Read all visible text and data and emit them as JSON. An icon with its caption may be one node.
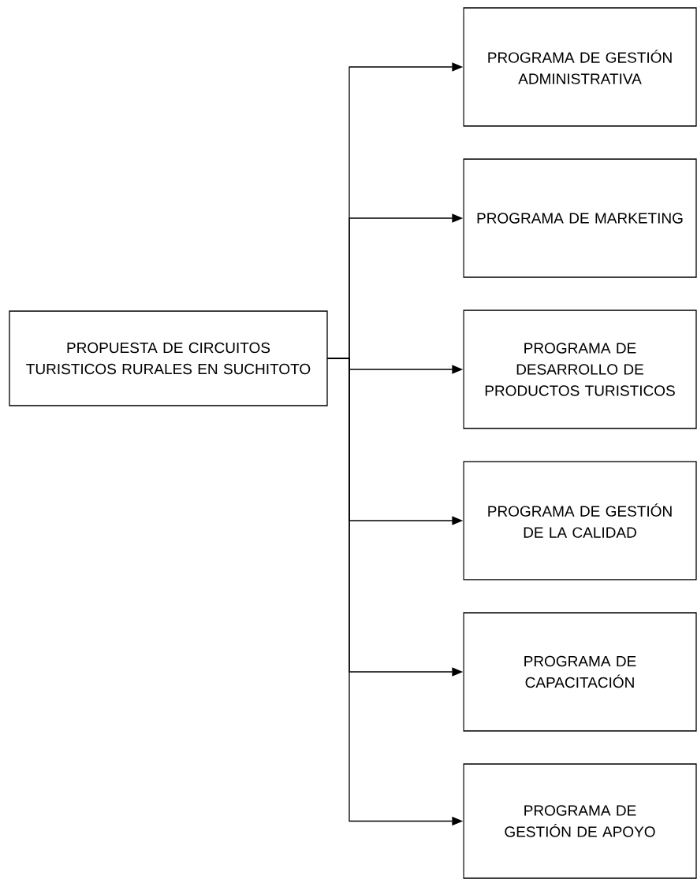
{
  "diagram": {
    "nodes": [
      {
        "text": [
          "PROPUESTA DE CIRCUITOS TURISTICOS RURALES EN SUCHITOTO"
        ]
      },
      {
        "text": [
          "PROGRAMA DE GESTIÓN ADMINISTRATIVA"
        ]
      },
      {
        "text": [
          "PROGRAMA DE MARKETING"
        ]
      },
      {
        "text": [
          "PROGRAMA DE DESARROLLO DE PRODUCTOS TURISTICOS"
        ]
      },
      {
        "text": [
          "PROGRAMA DE GESTIÓN DE LA CALIDAD"
        ]
      },
      {
        "text": [
          "PROGRAMA DE CAPACITACIÓN"
        ]
      },
      {
        "text": [
          "PROGRAMA DE GESTIÓN DE APOYO"
        ]
      }
    ],
    "edges": [
      {
        "from": 0,
        "to": 1,
        "arrow": "to"
      },
      {
        "from": 0,
        "to": 2,
        "arrow": "to"
      },
      {
        "from": 0,
        "to": 3,
        "arrow": "to"
      },
      {
        "from": 0,
        "to": 4,
        "arrow": "to"
      },
      {
        "from": 0,
        "to": 5,
        "arrow": "to"
      },
      {
        "from": 0,
        "to": 6,
        "arrow": "to"
      }
    ]
  }
}
